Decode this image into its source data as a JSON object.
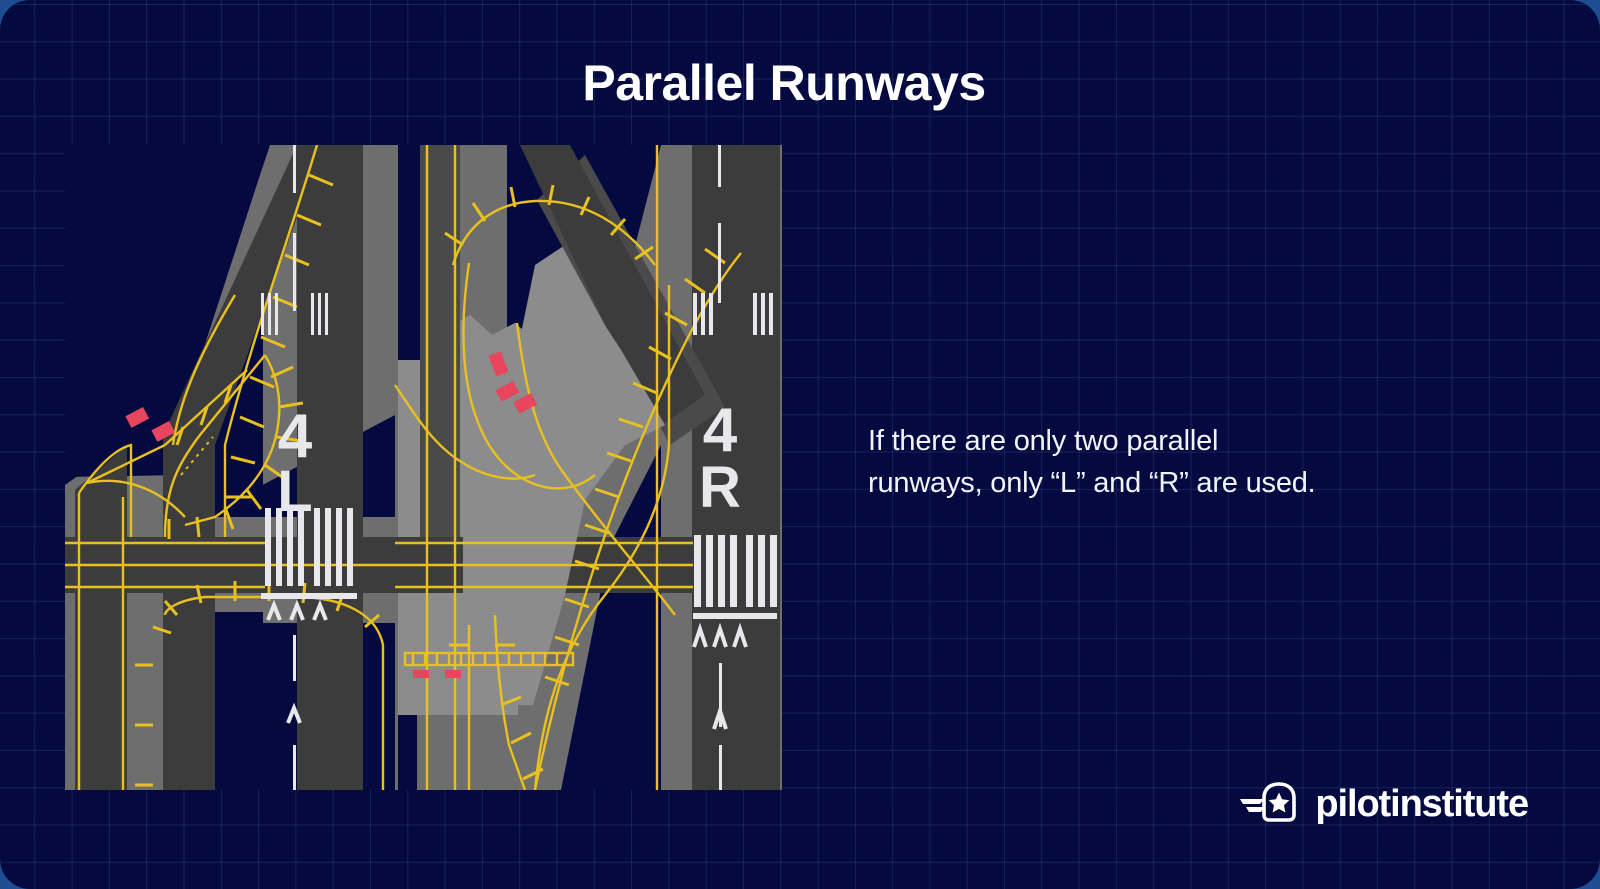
{
  "card": {
    "background_color": "#040a40",
    "outer_color": "#1d4e93",
    "grid_color": "#2a3a6e"
  },
  "header": {
    "title": "Parallel Runways"
  },
  "caption": {
    "text": "If there are only two parallel runways, only “L” and “R” are used."
  },
  "logo": {
    "wordmark": "pilotinstitute",
    "icon": "winged-star-badge-icon",
    "color": "#ffffff"
  },
  "diagram": {
    "name": "parallel-runway-airport-diagram",
    "palette": {
      "runway_pavement": "#3c3c3c",
      "shoulder": "#6e6e6e",
      "apron": "#8c8c8c",
      "taxiway_line": "#e8c020",
      "runway_marking": "#e8e8ec",
      "hold_bar": "#e8455f",
      "background": "#040a40"
    },
    "runways": [
      {
        "name": "runway-4l",
        "designator_number": "4",
        "designator_letter": "L",
        "side": "left"
      },
      {
        "name": "runway-4r",
        "designator_number": "4",
        "designator_letter": "R",
        "side": "right"
      }
    ],
    "markings": {
      "threshold_stripes": 8,
      "aiming_point_bars": 2,
      "displaced_threshold_arrows": 3,
      "hold_short_markers": 4
    }
  }
}
